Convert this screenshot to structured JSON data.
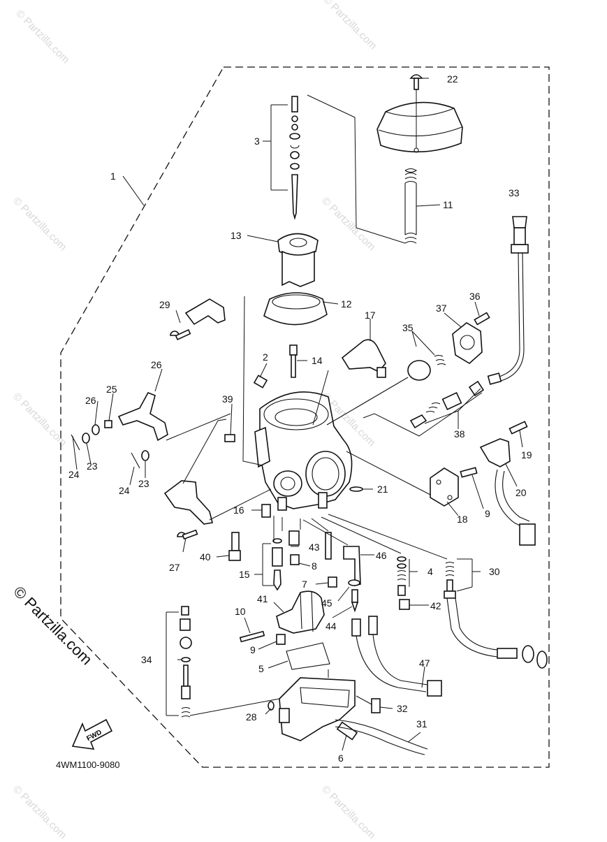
{
  "watermark": {
    "text": "© Partzilla.com",
    "side_text": "© Partzilla.com"
  },
  "diagram": {
    "reference_code": "4WM1100-9080",
    "fwd_label": "FWD",
    "callouts": [
      {
        "id": "1",
        "text": "1"
      },
      {
        "id": "2",
        "text": "2"
      },
      {
        "id": "3",
        "text": "3"
      },
      {
        "id": "4",
        "text": "4"
      },
      {
        "id": "5",
        "text": "5"
      },
      {
        "id": "6",
        "text": "6"
      },
      {
        "id": "7",
        "text": "7"
      },
      {
        "id": "8",
        "text": "8"
      },
      {
        "id": "9a",
        "text": "9"
      },
      {
        "id": "9b",
        "text": "9"
      },
      {
        "id": "10",
        "text": "10"
      },
      {
        "id": "11",
        "text": "11"
      },
      {
        "id": "12",
        "text": "12"
      },
      {
        "id": "13",
        "text": "13"
      },
      {
        "id": "14",
        "text": "14"
      },
      {
        "id": "15",
        "text": "15"
      },
      {
        "id": "16",
        "text": "16"
      },
      {
        "id": "17",
        "text": "17"
      },
      {
        "id": "18",
        "text": "18"
      },
      {
        "id": "19",
        "text": "19"
      },
      {
        "id": "20",
        "text": "20"
      },
      {
        "id": "21",
        "text": "21"
      },
      {
        "id": "22",
        "text": "22"
      },
      {
        "id": "23a",
        "text": "23"
      },
      {
        "id": "23b",
        "text": "23"
      },
      {
        "id": "24a",
        "text": "24"
      },
      {
        "id": "24b",
        "text": "24"
      },
      {
        "id": "25",
        "text": "25"
      },
      {
        "id": "26a",
        "text": "26"
      },
      {
        "id": "26b",
        "text": "26"
      },
      {
        "id": "27",
        "text": "27"
      },
      {
        "id": "28",
        "text": "28"
      },
      {
        "id": "29",
        "text": "29"
      },
      {
        "id": "30",
        "text": "30"
      },
      {
        "id": "31",
        "text": "31"
      },
      {
        "id": "32",
        "text": "32"
      },
      {
        "id": "33",
        "text": "33"
      },
      {
        "id": "34",
        "text": "34"
      },
      {
        "id": "35",
        "text": "35"
      },
      {
        "id": "36",
        "text": "36"
      },
      {
        "id": "37",
        "text": "37"
      },
      {
        "id": "38",
        "text": "38"
      },
      {
        "id": "39",
        "text": "39"
      },
      {
        "id": "40",
        "text": "40"
      },
      {
        "id": "41",
        "text": "41"
      },
      {
        "id": "42",
        "text": "42"
      },
      {
        "id": "43",
        "text": "43"
      },
      {
        "id": "44",
        "text": "44"
      },
      {
        "id": "45",
        "text": "45"
      },
      {
        "id": "46",
        "text": "46"
      },
      {
        "id": "47",
        "text": "47"
      }
    ]
  }
}
